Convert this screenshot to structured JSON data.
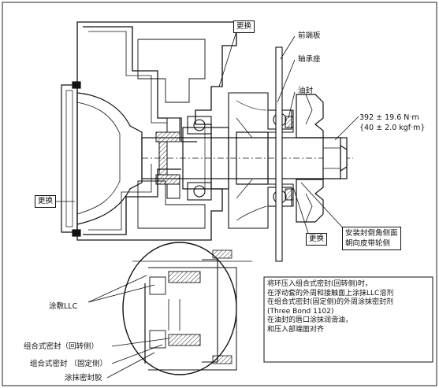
{
  "labels": {
    "replace_top": "更换",
    "front_plate": "前端板",
    "bearing_seat": "轴承座",
    "oil_seal": "油封",
    "torque_line1": "392 ± 19.6 N·m",
    "torque_line2": "{40 ± 2.0 kgf·m}",
    "replace_left": "更换",
    "replace_bottom": "更换",
    "install_note_line1": "安装封倒角侧面",
    "install_note_line2": "朝向皮带轮侧",
    "llc_coat": "涂敷LLC",
    "combo_seal_rotating": "组合式密封（回转侧）",
    "combo_seal_fixed": "组合式密封 （固定侧）",
    "sealant_coat": "涂抹密封胶"
  },
  "instructions": [
    "将环压入组合式密封(回转侧)时，",
    "在浮动套的外周和接触面上涂抹LLC溶剂",
    "在组合式密封(固定侧)的外周涂抹密封剂",
    "(Three Bond 1102)",
    "在油封的唇口涂抹润滑油，",
    "和压入部端面对齐"
  ]
}
